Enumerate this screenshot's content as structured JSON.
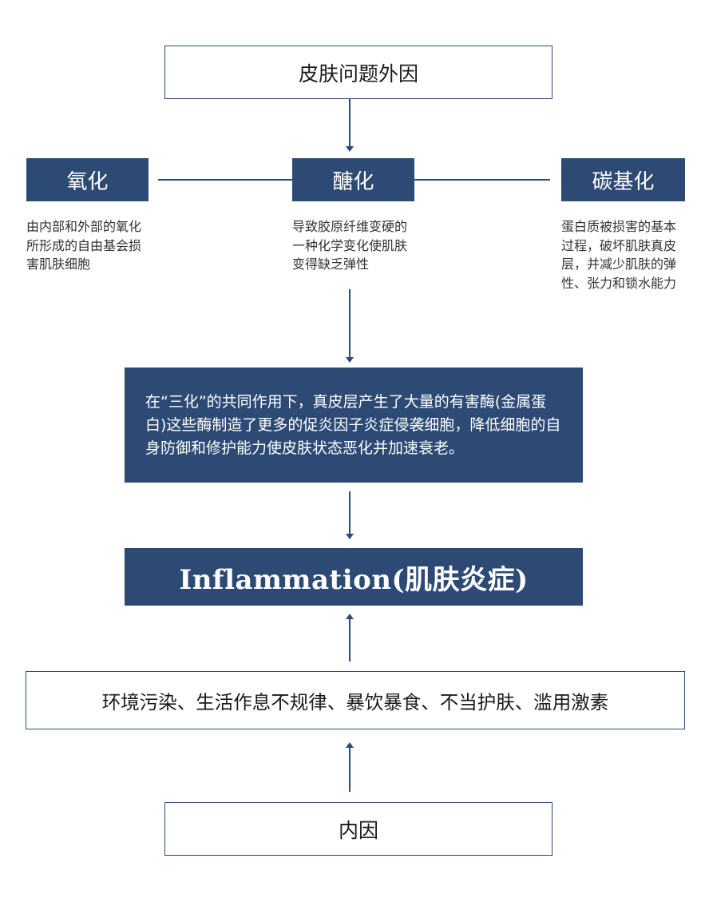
{
  "top_box": {
    "label": "皮肤问题外因"
  },
  "categories": [
    {
      "label": "氧化",
      "description": "由内部和外部的氧化所形成的自由基会损害肌肤细胞"
    },
    {
      "label": "醣化",
      "description": "导致胶原纤维变硬的一种化学变化使肌肤变得缺乏弹性"
    },
    {
      "label": "碳基化",
      "description": "蛋白质被损害的基本过程，破坏肌肤真皮层，并减少肌肤的弹性、张力和锁水能力"
    }
  ],
  "middle_box": {
    "text": "在“三化”的共同作用下，真皮层产生了大量的有害酶(金属蛋白)这些酶制造了更多的促炎因子炎症侵袭细胞，降低细胞的自身防御和修护能力使皮肤状态恶化并加速衰老。"
  },
  "result_box": {
    "label": "Inflammation(肌肤炎症)"
  },
  "factors_box": {
    "label": "环境污染、生活作息不规律、暴饮暴食、不当护肤、滥用激素"
  },
  "bottom_box": {
    "label": "内因"
  },
  "colors": {
    "navy": "#2d4a75",
    "text": "#333333",
    "white": "#ffffff"
  }
}
